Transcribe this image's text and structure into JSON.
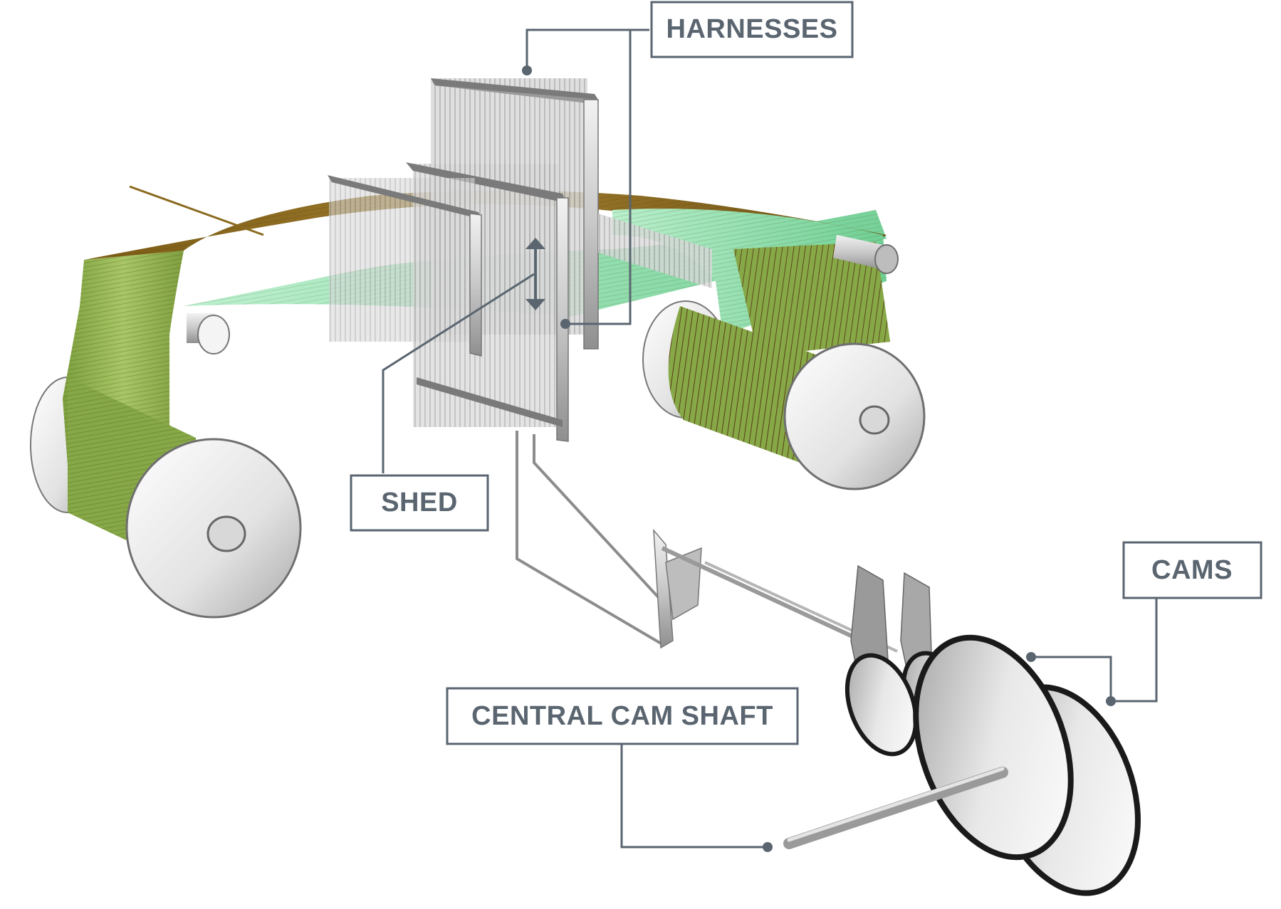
{
  "labels": {
    "harnesses": "HARNESSES",
    "shed": "SHED",
    "cams": "CAMS",
    "central_cam_shaft": "CENTRAL CAM SHAFT"
  },
  "colors": {
    "label_stroke": "#5a6570",
    "warp_green": "#8fb04a",
    "warp_brown": "#8a6a1e",
    "shed_mint": "#8fe3b0",
    "metal_light": "#e6e6e6",
    "metal_dark": "#8c8c8c"
  }
}
